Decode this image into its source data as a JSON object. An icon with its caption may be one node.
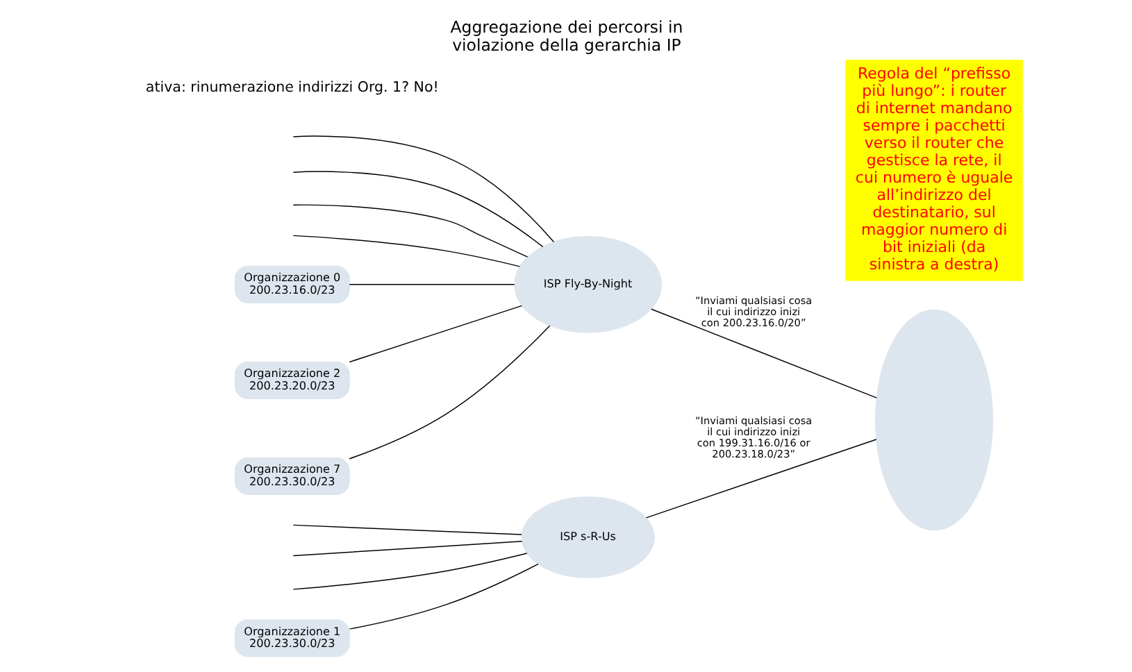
{
  "diagram": {
    "title": "Aggregazione dei percorsi in violazione della gerarchia IP",
    "nodes": [
      {
        "text": [
          "Organizzazione 0",
          "200.23.16.0/23"
        ]
      },
      {
        "text": [
          "Organizzazione 2",
          "200.23.20.0/23"
        ]
      },
      {
        "text": [
          "Organizzazione 7",
          "200.23.30.0/23"
        ]
      },
      {
        "text": [
          "Organizzazione 1",
          "200.23.30.0/23"
        ]
      },
      {
        "text": [
          "ISP Fly-By-Night"
        ]
      },
      {
        "text": [
          "ISP s-R-Us"
        ]
      },
      {
        "text": [],
        "shape": "cloud"
      },
      {
        "text": [
          "Regola del “prefisso più lungo”: i router di internet mandano sempre i pacchetti verso il router che gestisce la rete, il cui numero è uguale all’indirizzo del destinatario, sul maggior numero di bit iniziali (da sinistra a destra)"
        ]
      }
    ],
    "edges": [
      {
        "from": 0,
        "to": 4,
        "arrow": "none"
      },
      {
        "from": null,
        "to": 4,
        "arrow": "none"
      },
      {
        "from": 1,
        "to": 4,
        "arrow": "none"
      },
      {
        "from": null,
        "to": 4,
        "arrow": "none"
      },
      {
        "from": null,
        "to": 4,
        "arrow": "none"
      },
      {
        "from": null,
        "to": 4,
        "arrow": "none"
      },
      {
        "from": 2,
        "to": 4,
        "arrow": "none"
      },
      {
        "from": 3,
        "to": 5,
        "arrow": "none"
      },
      {
        "from": null,
        "to": 5,
        "arrow": "none"
      },
      {
        "from": null,
        "to": 5,
        "arrow": "none"
      },
      {
        "from": null,
        "to": 5,
        "arrow": "none"
      },
      {
        "from": 4,
        "to": 6,
        "arrow": "none",
        "label": "“Inviami qualsiasi cosa il cui indirizzo inizi con 200.23.16.0/20”"
      },
      {
        "from": 5,
        "to": 6,
        "arrow": "none",
        "label": "“Inviami qualsiasi cosa il cui indirizzo inizi con 199.31.16.0/16 or 200.23.18.0/23”"
      }
    ],
    "labels": [
      "ativa: rinumerazione indirizzi Org. 1? No!"
    ]
  }
}
